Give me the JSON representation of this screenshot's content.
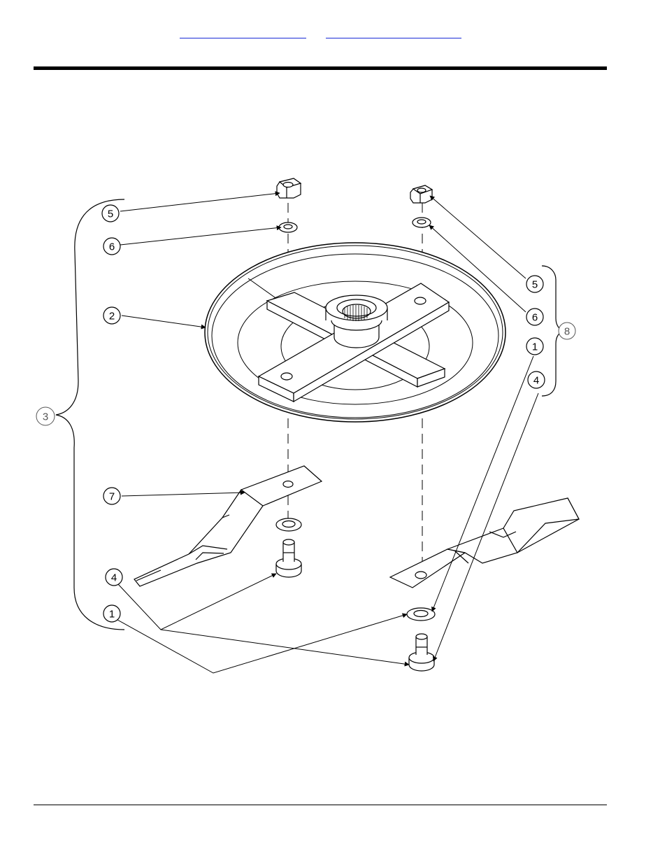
{
  "header": {
    "links": [
      {
        "text": ""
      },
      {
        "text": ""
      }
    ]
  },
  "diagram": {
    "callouts": [
      {
        "id": "c5-left",
        "label": "5"
      },
      {
        "id": "c6-left",
        "label": "6"
      },
      {
        "id": "c2",
        "label": "2"
      },
      {
        "id": "c3",
        "label": "3"
      },
      {
        "id": "c7",
        "label": "7"
      },
      {
        "id": "c4-left",
        "label": "4"
      },
      {
        "id": "c1-left",
        "label": "1"
      },
      {
        "id": "c5-right",
        "label": "5"
      },
      {
        "id": "c6-right",
        "label": "6"
      },
      {
        "id": "c8",
        "label": "8"
      },
      {
        "id": "c1-right",
        "label": "1"
      },
      {
        "id": "c4-right",
        "label": "4"
      }
    ]
  },
  "colors": {
    "link": "#1a2bd6",
    "rule": "#000000",
    "line": "#000000"
  }
}
